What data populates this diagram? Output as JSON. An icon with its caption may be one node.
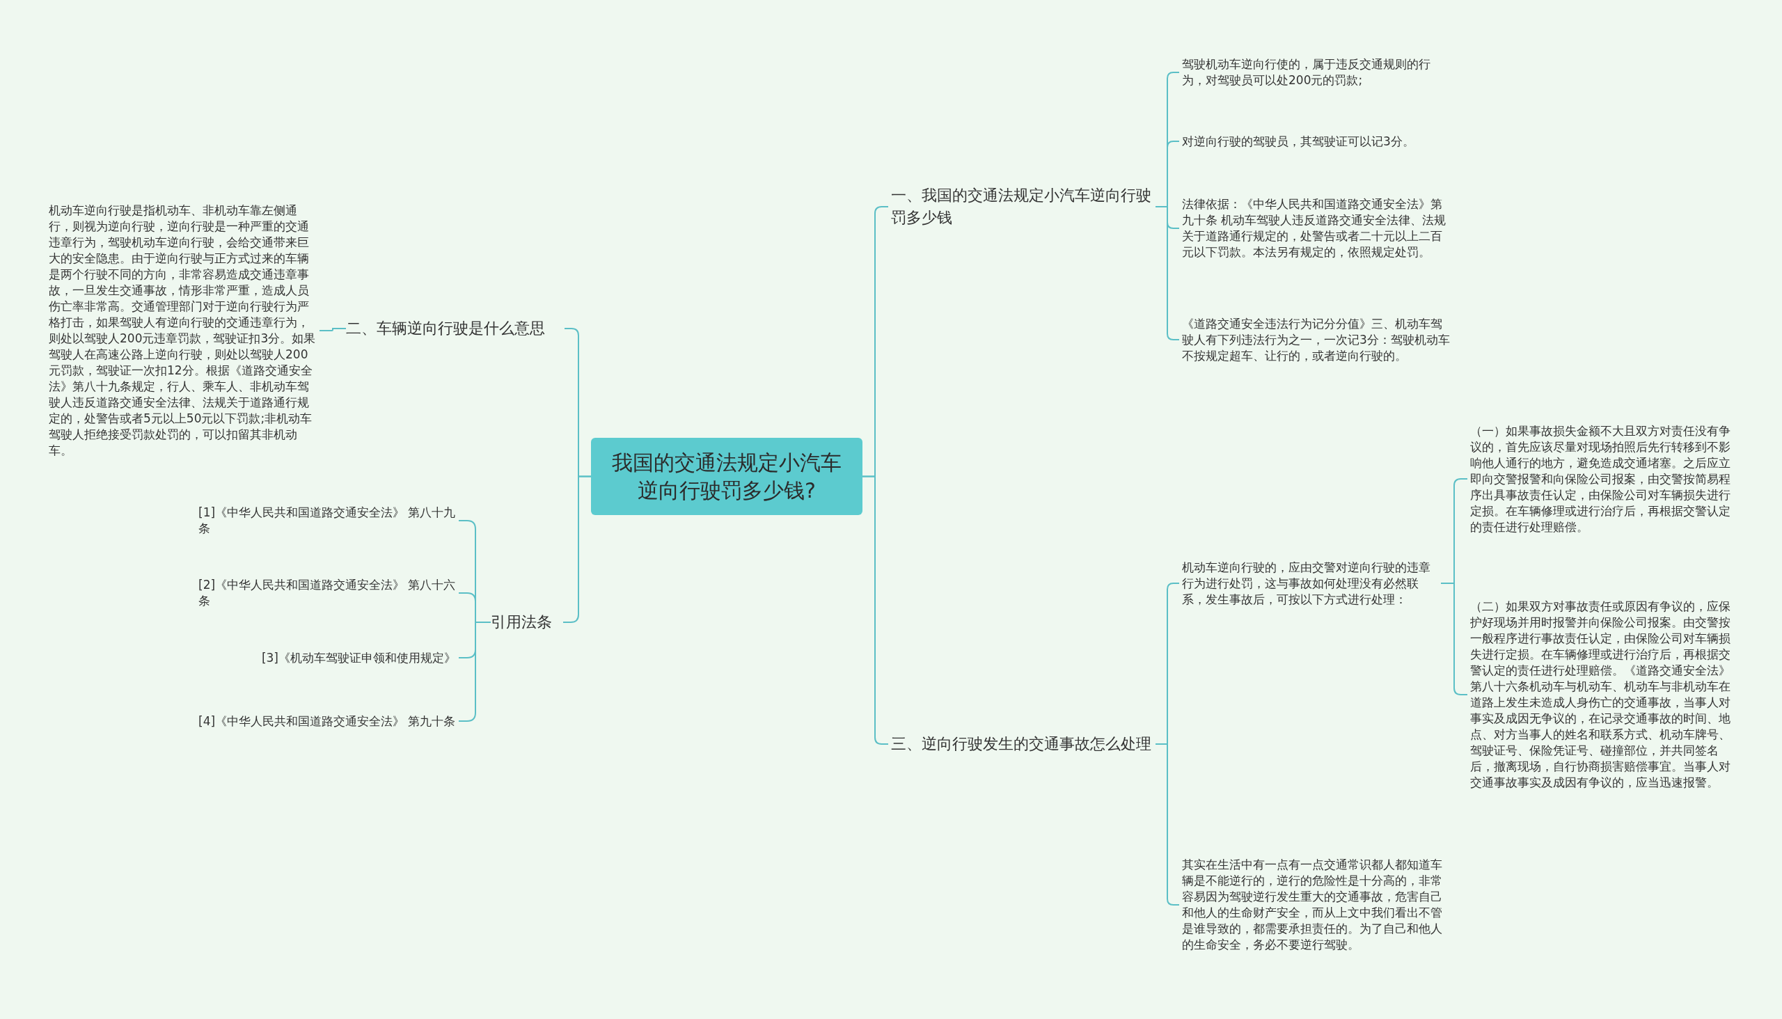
{
  "diagram": {
    "nodes": [
      {
        "text": [
          "我国的交通法规定小汽车逆向行驶罚多少钱?"
        ]
      },
      {
        "text": [
          "一、我国的交通法规定小汽车逆向行驶罚多少钱"
        ]
      },
      {
        "text": [
          "驾驶机动车逆向行使的，属于违反交通规则的行为，对驾驶员可以处200元的罚款;"
        ]
      },
      {
        "text": [
          "对逆向行驶的驾驶员，其驾驶证可以记3分。"
        ]
      },
      {
        "text": [
          "法律依据：《中华人民共和国道路交通安全法》第九十条 机动车驾驶人违反道路交通安全法律、法规关于道路通行规定的，处警告或者二十元以上二百元以下罚款。本法另有规定的，依照规定处罚。"
        ]
      },
      {
        "text": [
          "《道路交通安全违法行为记分分值》三、机动车驾驶人有下列违法行为之一，一次记3分：驾驶机动车不按规定超车、让行的，或者逆向行驶的。"
        ]
      },
      {
        "text": [
          "三、逆向行驶发生的交通事故怎么处理"
        ]
      },
      {
        "text": [
          "机动车逆向行驶的，应由交警对逆向行驶的违章行为进行处罚，这与事故如何处理没有必然联系，发生事故后，可按以下方式进行处理："
        ]
      },
      {
        "text": [
          "（一）如果事故损失金额不大且双方对责任没有争议的，首先应该尽量对现场拍照后先行转移到不影响他人通行的地方，避免造成交通堵塞。之后应立即向交警报警和向保险公司报案，由交警按简易程序出具事故责任认定，由保险公司对车辆损失进行定损。在车辆修理或进行治疗后，再根据交警认定的责任进行处理赔偿。"
        ]
      },
      {
        "text": [
          "（二）如果双方对事故责任或原因有争议的，应保护好现场并用时报警并向保险公司报案。由交警按一般程序进行事故责任认定，由保险公司对车辆损失进行定损。在车辆修理或进行治疗后，再根据交警认定的责任进行处理赔偿。《道路交通安全法》第八十六条机动车与机动车、机动车与非机动车在道路上发生未造成人身伤亡的交通事故，当事人对事实及成因无争议的，在记录交通事故的时间、地点、对方当事人的姓名和联系方式、机动车牌号、驾驶证号、保险凭证号、碰撞部位，并共同签名后，撤离现场，自行协商损害赔偿事宜。当事人对交通事故事实及成因有争议的，应当迅速报警。"
        ]
      },
      {
        "text": [
          "其实在生活中有一点有一点交通常识都人都知道车辆是不能逆行的，逆行的危险性是十分高的，非常容易因为驾驶逆行发生重大的交通事故，危害自己和他人的生命财产安全，而从上文中我们看出不管是谁导致的，都需要承担责任的。为了自己和他人的生命安全，务必不要逆行驾驶。"
        ]
      },
      {
        "text": [
          "二、车辆逆向行驶是什么意思"
        ]
      },
      {
        "text": [
          "机动车逆向行驶是指机动车、非机动车靠左侧通行，则视为逆向行驶，逆向行驶是一种严重的交通违章行为，驾驶机动车逆向行驶，会给交通带来巨大的安全隐患。由于逆向行驶与正方式过来的车辆是两个行驶不同的方向，非常容易造成交通违章事故，一旦发生交通事故，情形非常严重，造成人员伤亡率非常高。交通管理部门对于逆向行驶行为严格打击，如果驾驶人有逆向行驶的交通违章行为，则处以驾驶人200元违章罚款，驾驶证扣3分。如果驾驶人在高速公路上逆向行驶，则处以驾驶人200元罚款，驾驶证一次扣12分。根据《道路交通安全法》第八十九条规定，行人、乘车人、非机动车驾驶人违反道路交通安全法律、法规关于道路通行规定的，处警告或者5元以上50元以下罚款;非机动车驾驶人拒绝接受罚款处罚的，可以扣留其非机动车。"
        ]
      },
      {
        "text": [
          "引用法条"
        ]
      },
      {
        "text": [
          "[1]《中华人民共和国道路交通安全法》 第八十九条"
        ]
      },
      {
        "text": [
          "[2]《中华人民共和国道路交通安全法》 第八十六条"
        ]
      },
      {
        "text": [
          "[3]《机动车驾驶证申领和使用规定》"
        ]
      },
      {
        "text": [
          "[4]《中华人民共和国道路交通安全法》 第九十条"
        ]
      }
    ],
    "edges": [
      {
        "from": 0,
        "to": 1,
        "arrow": "none"
      },
      {
        "from": 1,
        "to": 2,
        "arrow": "none"
      },
      {
        "from": 1,
        "to": 3,
        "arrow": "none"
      },
      {
        "from": 1,
        "to": 4,
        "arrow": "none"
      },
      {
        "from": 1,
        "to": 5,
        "arrow": "none"
      },
      {
        "from": 0,
        "to": 6,
        "arrow": "none"
      },
      {
        "from": 6,
        "to": 7,
        "arrow": "none"
      },
      {
        "from": 7,
        "to": 8,
        "arrow": "none"
      },
      {
        "from": 7,
        "to": 9,
        "arrow": "none"
      },
      {
        "from": 6,
        "to": 10,
        "arrow": "none"
      },
      {
        "from": 0,
        "to": 11,
        "arrow": "none"
      },
      {
        "from": 11,
        "to": 12,
        "arrow": "none"
      },
      {
        "from": 0,
        "to": 13,
        "arrow": "none"
      },
      {
        "from": 13,
        "to": 14,
        "arrow": "none"
      },
      {
        "from": 13,
        "to": 15,
        "arrow": "none"
      },
      {
        "from": 13,
        "to": 16,
        "arrow": "none"
      },
      {
        "from": 13,
        "to": 17,
        "arrow": "none"
      }
    ]
  }
}
